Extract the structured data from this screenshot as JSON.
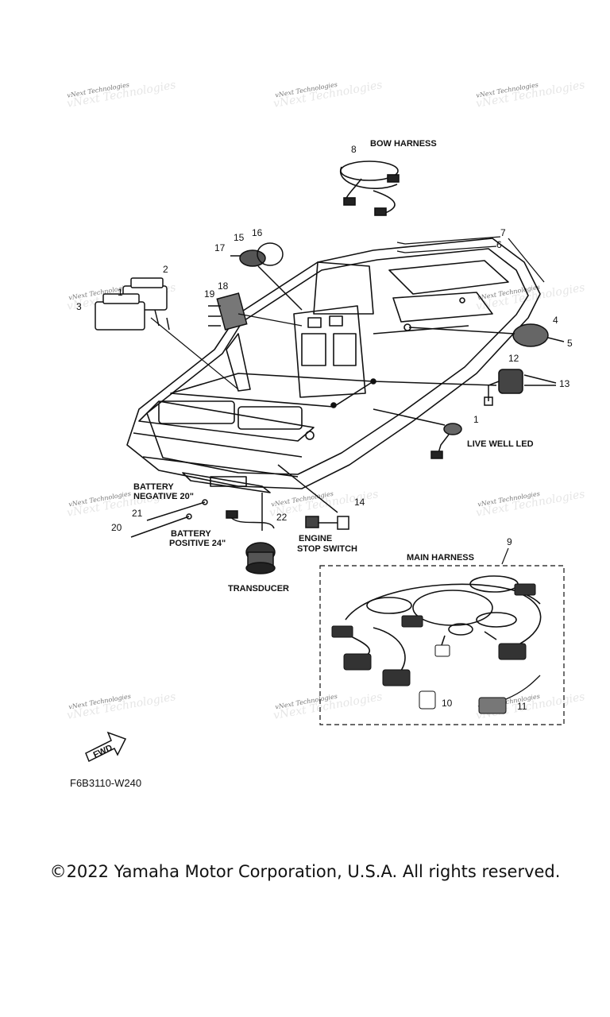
{
  "labels": {
    "bow_harness": "BOW HARNESS",
    "live_well_led": "LIVE WELL LED",
    "battery_negative": [
      "BATTERY",
      "NEGATIVE 20\""
    ],
    "battery_positive": [
      "BATTERY",
      "POSITIVE 24\""
    ],
    "engine_stop_switch": [
      "ENGINE",
      "STOP SWITCH"
    ],
    "main_harness": "MAIN HARNESS",
    "transducer": "TRANSDUCER",
    "fwd": "FWD"
  },
  "callouts": {
    "n1": "1",
    "n1b": "1",
    "n2": "2",
    "n3": "3",
    "n4": "4",
    "n5": "5",
    "n6": "6",
    "n7": "7",
    "n8": "8",
    "n9": "9",
    "n10": "10",
    "n11": "11",
    "n12": "12",
    "n13": "13",
    "n14": "14",
    "n15": "15",
    "n16": "16",
    "n17": "17",
    "n18": "18",
    "n19": "19",
    "n20": "20",
    "n21": "21",
    "n22": "22"
  },
  "watermark": "vNext Technologies",
  "figure_code": "F6B3110-W240",
  "copyright": "©2022 Yamaha Motor Corporation, U.S.A. All rights reserved."
}
